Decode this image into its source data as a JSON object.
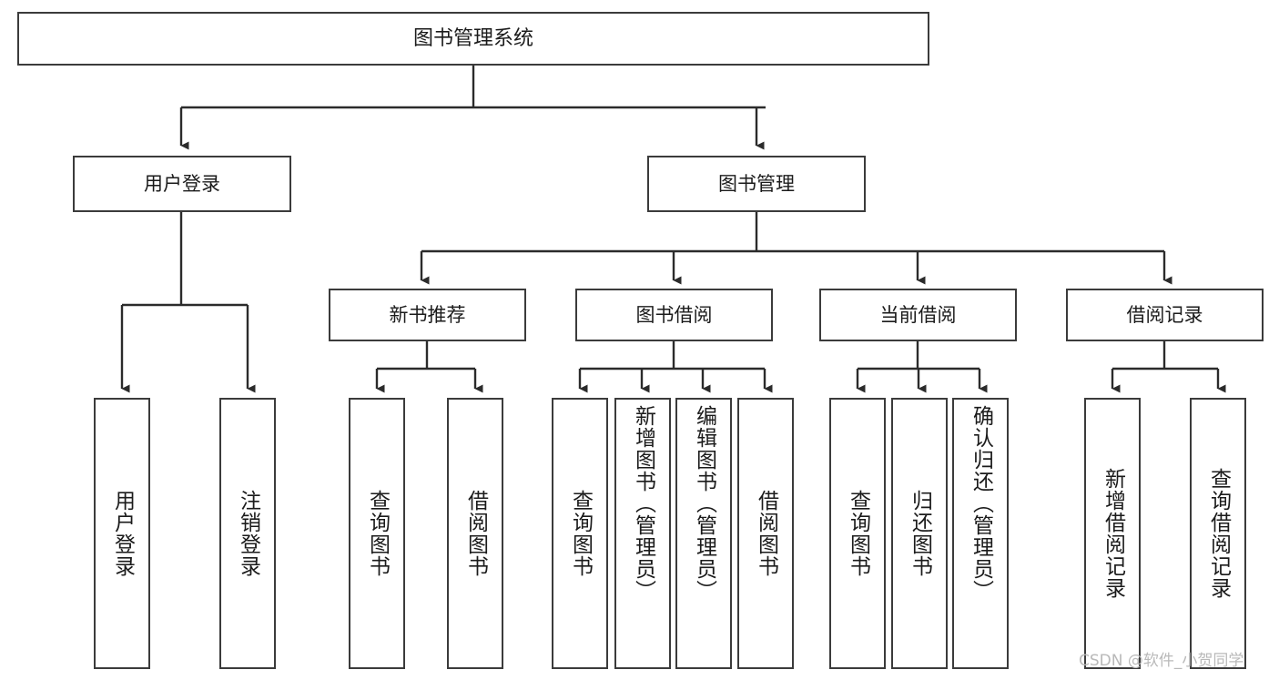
{
  "diagram": {
    "type": "tree",
    "title": "图书管理系统",
    "orientation": "top-down",
    "colors": {
      "node_border": "#3b3b3b",
      "node_fill": "#ffffff",
      "connector": "#2b2b2b",
      "text": "#1b1b1b",
      "watermark": "#b9b9b9",
      "background": "#ffffff"
    },
    "root": {
      "label": "图书管理系统"
    },
    "level2": [
      {
        "label": "用户登录"
      },
      {
        "label": "图书管理"
      }
    ],
    "level3": [
      {
        "label": "新书推荐"
      },
      {
        "label": "图书借阅"
      },
      {
        "label": "当前借阅"
      },
      {
        "label": "借阅记录"
      }
    ],
    "leaves": {
      "user_login": [
        {
          "label": "用户登录"
        },
        {
          "label": "注销登录"
        }
      ],
      "new_book_recommend": [
        {
          "label": "查询图书"
        },
        {
          "label": "借阅图书"
        }
      ],
      "book_borrow": [
        {
          "label": "查询图书"
        },
        {
          "label": "新增图书（管理员）"
        },
        {
          "label": "编辑图书（管理员）"
        },
        {
          "label": "借阅图书"
        }
      ],
      "current_borrow": [
        {
          "label": "查询图书"
        },
        {
          "label": "归还图书"
        },
        {
          "label": "确认归还（管理员）"
        }
      ],
      "borrow_record": [
        {
          "label": "新增借阅记录"
        },
        {
          "label": "查询借阅记录"
        }
      ]
    }
  },
  "watermark": {
    "text": "CSDN @软件_小贺同学"
  }
}
